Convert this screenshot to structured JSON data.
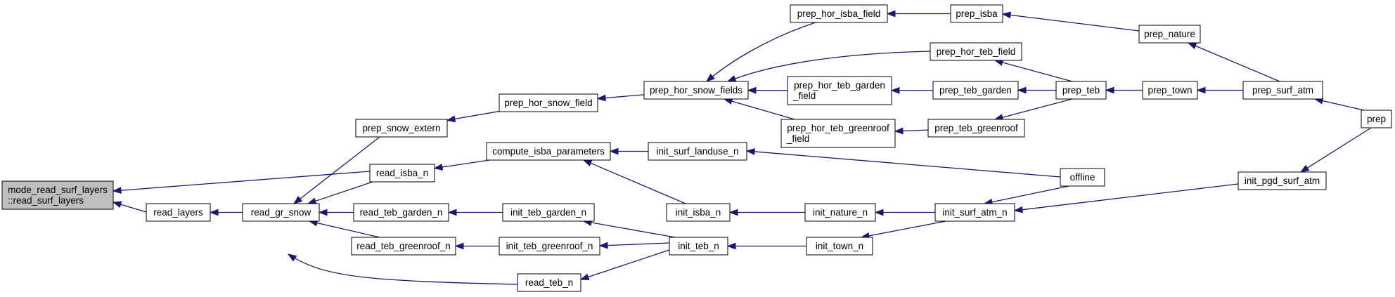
{
  "graph": {
    "colors": {
      "edge": "#191970",
      "root_fill": "#bfbfbf",
      "node_fill": "#ffffff",
      "border": "#000000"
    },
    "nodes": [
      {
        "id": "root",
        "lines": [
          "mode_read_surf_layers",
          "::read_surf_layers"
        ],
        "root": true
      },
      {
        "id": "read_layers",
        "lines": [
          "read_layers"
        ]
      },
      {
        "id": "read_isba_n",
        "lines": [
          "read_isba_n"
        ]
      },
      {
        "id": "read_gr_snow",
        "lines": [
          "read_gr_snow"
        ]
      },
      {
        "id": "prep_snow_extern",
        "lines": [
          "prep_snow_extern"
        ]
      },
      {
        "id": "read_teb_garden_n",
        "lines": [
          "read_teb_garden_n"
        ]
      },
      {
        "id": "read_teb_greenroof_n",
        "lines": [
          "read_teb_greenroof_n"
        ]
      },
      {
        "id": "read_teb_n",
        "lines": [
          "read_teb_n"
        ]
      },
      {
        "id": "prep_hor_snow_field",
        "lines": [
          "prep_hor_snow_field"
        ]
      },
      {
        "id": "compute_isba_parameters",
        "lines": [
          "compute_isba_parameters"
        ]
      },
      {
        "id": "init_teb_garden_n",
        "lines": [
          "init_teb_garden_n"
        ]
      },
      {
        "id": "init_teb_greenroof_n",
        "lines": [
          "init_teb_greenroof_n"
        ]
      },
      {
        "id": "prep_hor_snow_fields",
        "lines": [
          "prep_hor_snow_fields"
        ]
      },
      {
        "id": "init_surf_landuse_n",
        "lines": [
          "init_surf_landuse_n"
        ]
      },
      {
        "id": "init_isba_n",
        "lines": [
          "init_isba_n"
        ]
      },
      {
        "id": "init_teb_n",
        "lines": [
          "init_teb_n"
        ]
      },
      {
        "id": "prep_hor_isba_field",
        "lines": [
          "prep_hor_isba_field"
        ]
      },
      {
        "id": "prep_hor_teb_garden_field",
        "lines": [
          "prep_hor_teb_garden",
          "_field"
        ]
      },
      {
        "id": "prep_hor_teb_greenroof_field",
        "lines": [
          "prep_hor_teb_greenroof",
          "_field"
        ]
      },
      {
        "id": "init_nature_n",
        "lines": [
          "init_nature_n"
        ]
      },
      {
        "id": "init_town_n",
        "lines": [
          "init_town_n"
        ]
      },
      {
        "id": "prep_isba",
        "lines": [
          "prep_isba"
        ]
      },
      {
        "id": "prep_hor_teb_field",
        "lines": [
          "prep_hor_teb_field"
        ]
      },
      {
        "id": "prep_teb_garden",
        "lines": [
          "prep_teb_garden"
        ]
      },
      {
        "id": "prep_teb_greenroof",
        "lines": [
          "prep_teb_greenroof"
        ]
      },
      {
        "id": "init_surf_atm_n",
        "lines": [
          "init_surf_atm_n"
        ]
      },
      {
        "id": "prep_teb",
        "lines": [
          "prep_teb"
        ]
      },
      {
        "id": "offline",
        "lines": [
          "offline"
        ]
      },
      {
        "id": "prep_nature",
        "lines": [
          "prep_nature"
        ]
      },
      {
        "id": "prep_town",
        "lines": [
          "prep_town"
        ]
      },
      {
        "id": "init_pgd_surf_atm",
        "lines": [
          "init_pgd_surf_atm"
        ]
      },
      {
        "id": "prep_surf_atm",
        "lines": [
          "prep_surf_atm"
        ]
      },
      {
        "id": "prep",
        "lines": [
          "prep"
        ]
      }
    ],
    "edges": [
      {
        "from": "read_layers",
        "to": "root"
      },
      {
        "from": "read_isba_n",
        "to": "root"
      },
      {
        "from": "read_gr_snow",
        "to": "read_layers"
      },
      {
        "from": "prep_snow_extern",
        "to": "read_gr_snow"
      },
      {
        "from": "read_isba_n",
        "to": "read_gr_snow"
      },
      {
        "from": "read_teb_garden_n",
        "to": "read_gr_snow"
      },
      {
        "from": "read_teb_greenroof_n",
        "to": "read_gr_snow"
      },
      {
        "from": "read_teb_n",
        "to": "read_gr_snow"
      },
      {
        "from": "compute_isba_parameters",
        "to": "read_isba_n"
      },
      {
        "from": "prep_hor_snow_field",
        "to": "prep_snow_extern"
      },
      {
        "from": "init_teb_garden_n",
        "to": "read_teb_garden_n"
      },
      {
        "from": "init_teb_greenroof_n",
        "to": "read_teb_greenroof_n"
      },
      {
        "from": "init_teb_n",
        "to": "read_teb_n"
      },
      {
        "from": "prep_hor_snow_fields",
        "to": "prep_hor_snow_field"
      },
      {
        "from": "init_surf_landuse_n",
        "to": "compute_isba_parameters"
      },
      {
        "from": "init_isba_n",
        "to": "compute_isba_parameters"
      },
      {
        "from": "init_teb_n",
        "to": "init_teb_garden_n"
      },
      {
        "from": "init_teb_n",
        "to": "init_teb_greenroof_n"
      },
      {
        "from": "prep_hor_isba_field",
        "to": "prep_hor_snow_fields"
      },
      {
        "from": "prep_hor_teb_field",
        "to": "prep_hor_snow_fields"
      },
      {
        "from": "prep_hor_teb_garden_field",
        "to": "prep_hor_snow_fields"
      },
      {
        "from": "prep_hor_teb_greenroof_field",
        "to": "prep_hor_snow_fields"
      },
      {
        "from": "offline",
        "to": "init_surf_landuse_n"
      },
      {
        "from": "init_nature_n",
        "to": "init_isba_n"
      },
      {
        "from": "init_town_n",
        "to": "init_teb_n"
      },
      {
        "from": "prep_isba",
        "to": "prep_hor_isba_field"
      },
      {
        "from": "prep_teb",
        "to": "prep_hor_teb_field"
      },
      {
        "from": "prep_teb_garden",
        "to": "prep_hor_teb_garden_field"
      },
      {
        "from": "prep_teb_greenroof",
        "to": "prep_hor_teb_greenroof_field"
      },
      {
        "from": "init_surf_atm_n",
        "to": "init_nature_n"
      },
      {
        "from": "init_surf_atm_n",
        "to": "init_town_n"
      },
      {
        "from": "prep_nature",
        "to": "prep_isba"
      },
      {
        "from": "prep_teb",
        "to": "prep_teb_garden"
      },
      {
        "from": "prep_teb",
        "to": "prep_teb_greenroof"
      },
      {
        "from": "offline",
        "to": "init_surf_atm_n"
      },
      {
        "from": "init_pgd_surf_atm",
        "to": "init_surf_atm_n"
      },
      {
        "from": "prep_town",
        "to": "prep_teb"
      },
      {
        "from": "prep_surf_atm",
        "to": "prep_nature"
      },
      {
        "from": "prep_surf_atm",
        "to": "prep_town"
      },
      {
        "from": "prep",
        "to": "init_pgd_surf_atm"
      },
      {
        "from": "prep",
        "to": "prep_surf_atm"
      }
    ]
  }
}
